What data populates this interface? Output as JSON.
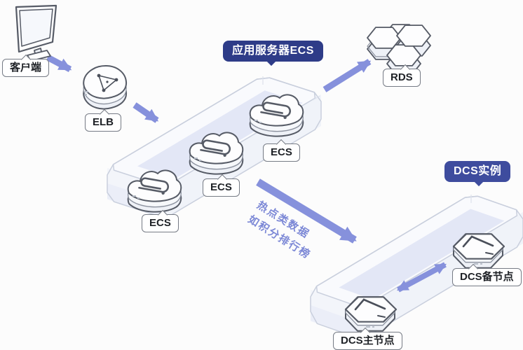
{
  "badges": {
    "app_server_ecs": "应用服务器ECS",
    "dcs_instance": "DCS实例"
  },
  "nodes": {
    "client": {
      "label": "客户端",
      "icon": "monitor-icon"
    },
    "elb": {
      "label": "ELB",
      "icon": "load-balancer-icon"
    },
    "ecs_1": {
      "label": "ECS",
      "icon": "cloud-server-icon"
    },
    "ecs_2": {
      "label": "ECS",
      "icon": "cloud-server-icon"
    },
    "ecs_3": {
      "label": "ECS",
      "icon": "cloud-server-icon"
    },
    "rds": {
      "label": "RDS",
      "icon": "hex-cluster-database-icon"
    },
    "dcs_master": {
      "label": "DCS主节点",
      "icon": "hex-node-icon"
    },
    "dcs_standby": {
      "label": "DCS备节点",
      "icon": "hex-node-icon"
    }
  },
  "annotation": {
    "line1": "热点类数据",
    "line2": "如积分排行榜"
  },
  "flows": [
    "client → ELB",
    "ELB → ECS集群",
    "ECS → RDS",
    "ECS → DCS实例",
    "DCS主节点 ↔ DCS备节点"
  ],
  "colors": {
    "arrow": "#8691dc",
    "badge_ecs_bg": "#2e3c88",
    "badge_dcs_bg": "#3e4c9e",
    "annotation_text": "#7c88d6",
    "platform_band": "#dfe3f4",
    "platform_face": "#f9fafd",
    "bubble_border": "#767b85",
    "icon_stroke": "#565b66",
    "background": "#fcfcfc"
  }
}
